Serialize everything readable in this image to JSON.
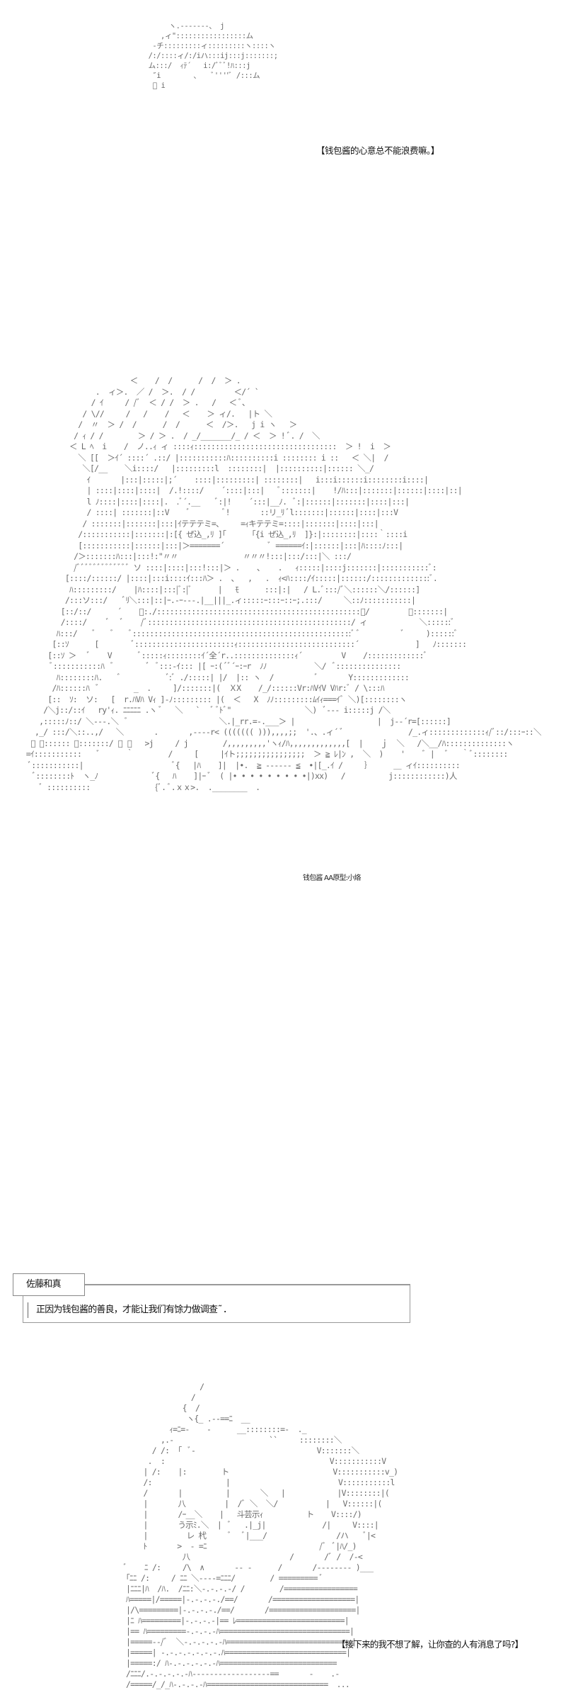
{
  "panels": [
    {
      "speech": "【钱包酱的心意总不能浪费嘛。】"
    },
    {
      "credit": "钱包酱 AA原型:小烙",
      "dialogue_box": {
        "speaker": "佐藤和真",
        "text": "正因为钱包酱的善良，才能让我们有馀力做调查˜."
      }
    },
    {
      "speech": "【接下来的我不想了解，让你查的人有消息了吗?】"
    }
  ],
  "colors": {
    "ascii_art": "#6a6a6a",
    "text": "#111111",
    "box_border": "#999999",
    "background": "#ffffff"
  }
}
